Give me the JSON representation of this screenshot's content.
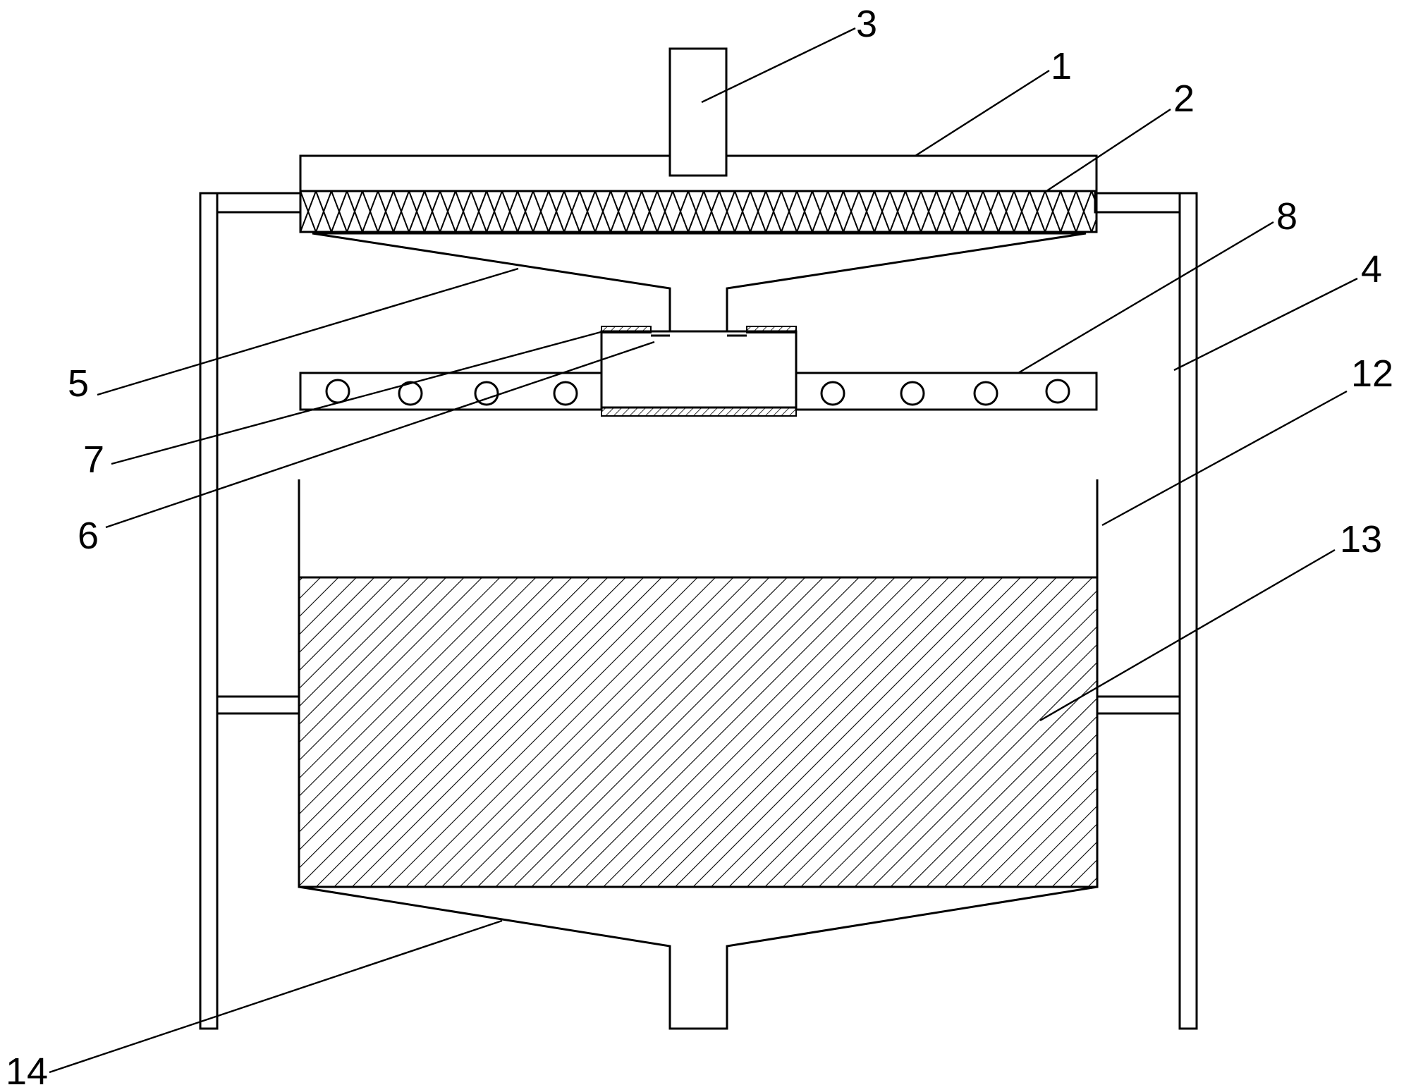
{
  "labels": {
    "l1": "1",
    "l2": "2",
    "l3": "3",
    "l4": "4",
    "l5": "5",
    "l6": "6",
    "l7": "7",
    "l8": "8",
    "l12": "12",
    "l13": "13",
    "l14": "14"
  },
  "colors": {
    "stroke": "#000000",
    "background": "#ffffff"
  }
}
